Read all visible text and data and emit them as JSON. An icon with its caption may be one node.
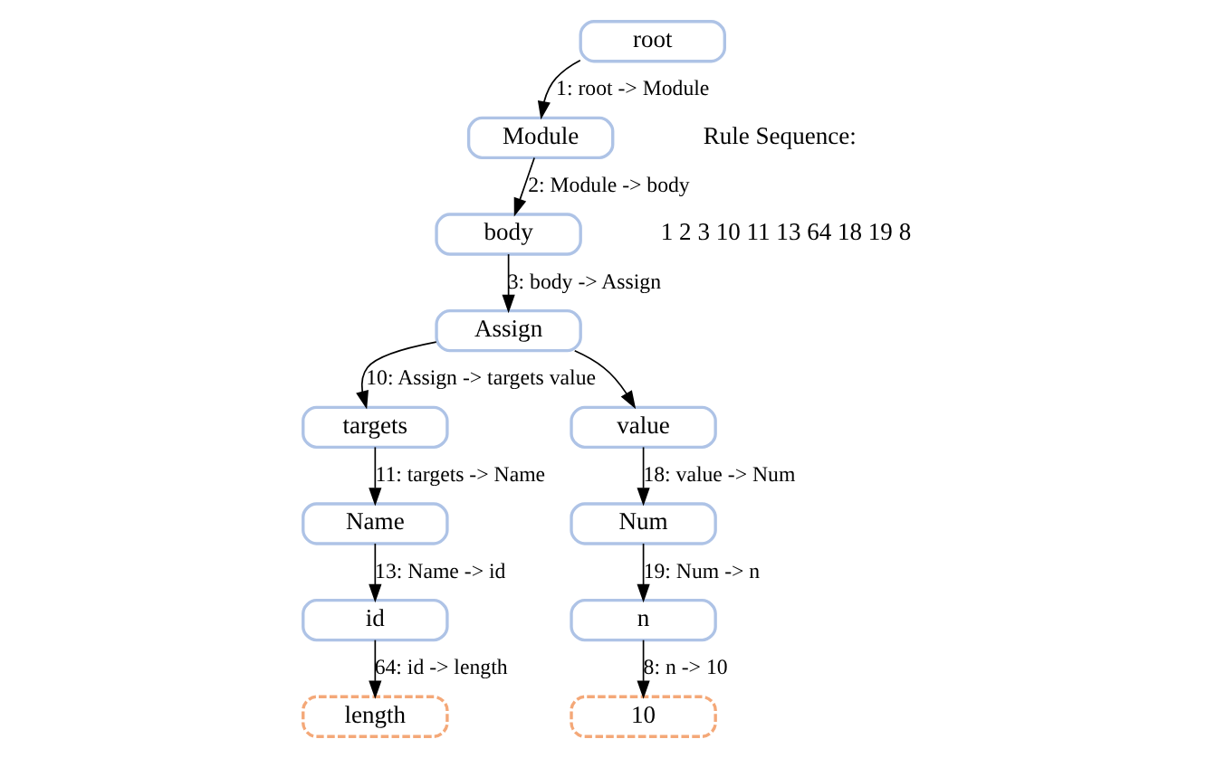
{
  "diagram": {
    "nodes": [
      {
        "text": [
          "root"
        ]
      },
      {
        "text": [
          "Module"
        ]
      },
      {
        "text": [
          "body"
        ]
      },
      {
        "text": [
          "Assign"
        ]
      },
      {
        "text": [
          "targets"
        ]
      },
      {
        "text": [
          "value"
        ]
      },
      {
        "text": [
          "Name"
        ]
      },
      {
        "text": [
          "Num"
        ]
      },
      {
        "text": [
          "id"
        ]
      },
      {
        "text": [
          "n"
        ]
      },
      {
        "text": [
          "length"
        ]
      },
      {
        "text": [
          "10"
        ]
      }
    ],
    "edges": [
      {
        "from": 0,
        "to": 1,
        "arrow": "to",
        "label": "1: root -> Module"
      },
      {
        "from": 1,
        "to": 2,
        "arrow": "to",
        "label": "2: Module -> body"
      },
      {
        "from": 2,
        "to": 3,
        "arrow": "to",
        "label": "3: body -> Assign"
      },
      {
        "from": 3,
        "to": 4,
        "arrow": "to",
        "label": "10: Assign -> targets value"
      },
      {
        "from": 3,
        "to": 5,
        "arrow": "to"
      },
      {
        "from": 4,
        "to": 6,
        "arrow": "to",
        "label": "11: targets -> Name"
      },
      {
        "from": 6,
        "to": 8,
        "arrow": "to",
        "label": "13: Name -> id"
      },
      {
        "from": 8,
        "to": 10,
        "arrow": "to",
        "label": "64: id -> length"
      },
      {
        "from": 5,
        "to": 7,
        "arrow": "to",
        "label": "18: value -> Num"
      },
      {
        "from": 7,
        "to": 9,
        "arrow": "to",
        "label": "19: Num -> n"
      },
      {
        "from": 9,
        "to": 11,
        "arrow": "to",
        "label": "8: n -> 10"
      }
    ],
    "labels": [
      "Rule Sequence:",
      "1 2 3 10 11 13 64 18 19 8"
    ]
  }
}
